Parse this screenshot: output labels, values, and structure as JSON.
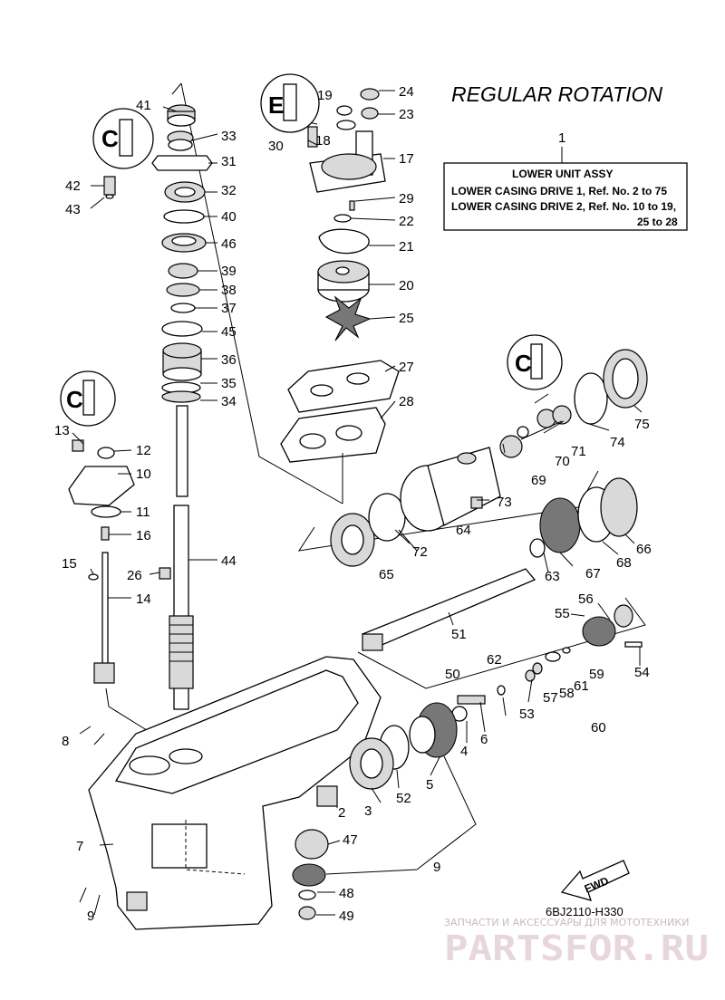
{
  "heading": "REGULAR ROTATION",
  "assembly_box": {
    "ref": "1",
    "title": "LOWER UNIT ASSY",
    "line1": "LOWER CASING DRIVE 1,  Ref. No. 2 to 75",
    "line2": "LOWER CASING DRIVE 2,  Ref. No. 10 to 19,",
    "line3": "25 to 28"
  },
  "fwd_label": "FWD",
  "diagram_code": "6BJ2110-H330",
  "watermark": {
    "subtitle": "ЗАПЧАСТИ И АКСЕССУАРЫ ДЛЯ МОТОТЕХНИКИ",
    "name": "PARTSFOR.RU"
  },
  "callouts": [
    "41",
    "33",
    "31",
    "42",
    "43",
    "32",
    "40",
    "46",
    "39",
    "38",
    "37",
    "45",
    "36",
    "35",
    "34",
    "44",
    "19",
    "24",
    "23",
    "18",
    "30",
    "17",
    "29",
    "22",
    "21",
    "20",
    "25",
    "27",
    "28",
    "13",
    "12",
    "10",
    "11",
    "16",
    "15",
    "14",
    "26",
    "75",
    "74",
    "71",
    "70",
    "69",
    "73",
    "64",
    "72",
    "65",
    "63",
    "67",
    "68",
    "66",
    "51",
    "56",
    "55",
    "54",
    "60",
    "59",
    "61",
    "58",
    "57",
    "53",
    "62",
    "50",
    "6",
    "4",
    "5",
    "52",
    "3",
    "2",
    "47",
    "7",
    "9",
    "8",
    "48",
    "49"
  ]
}
